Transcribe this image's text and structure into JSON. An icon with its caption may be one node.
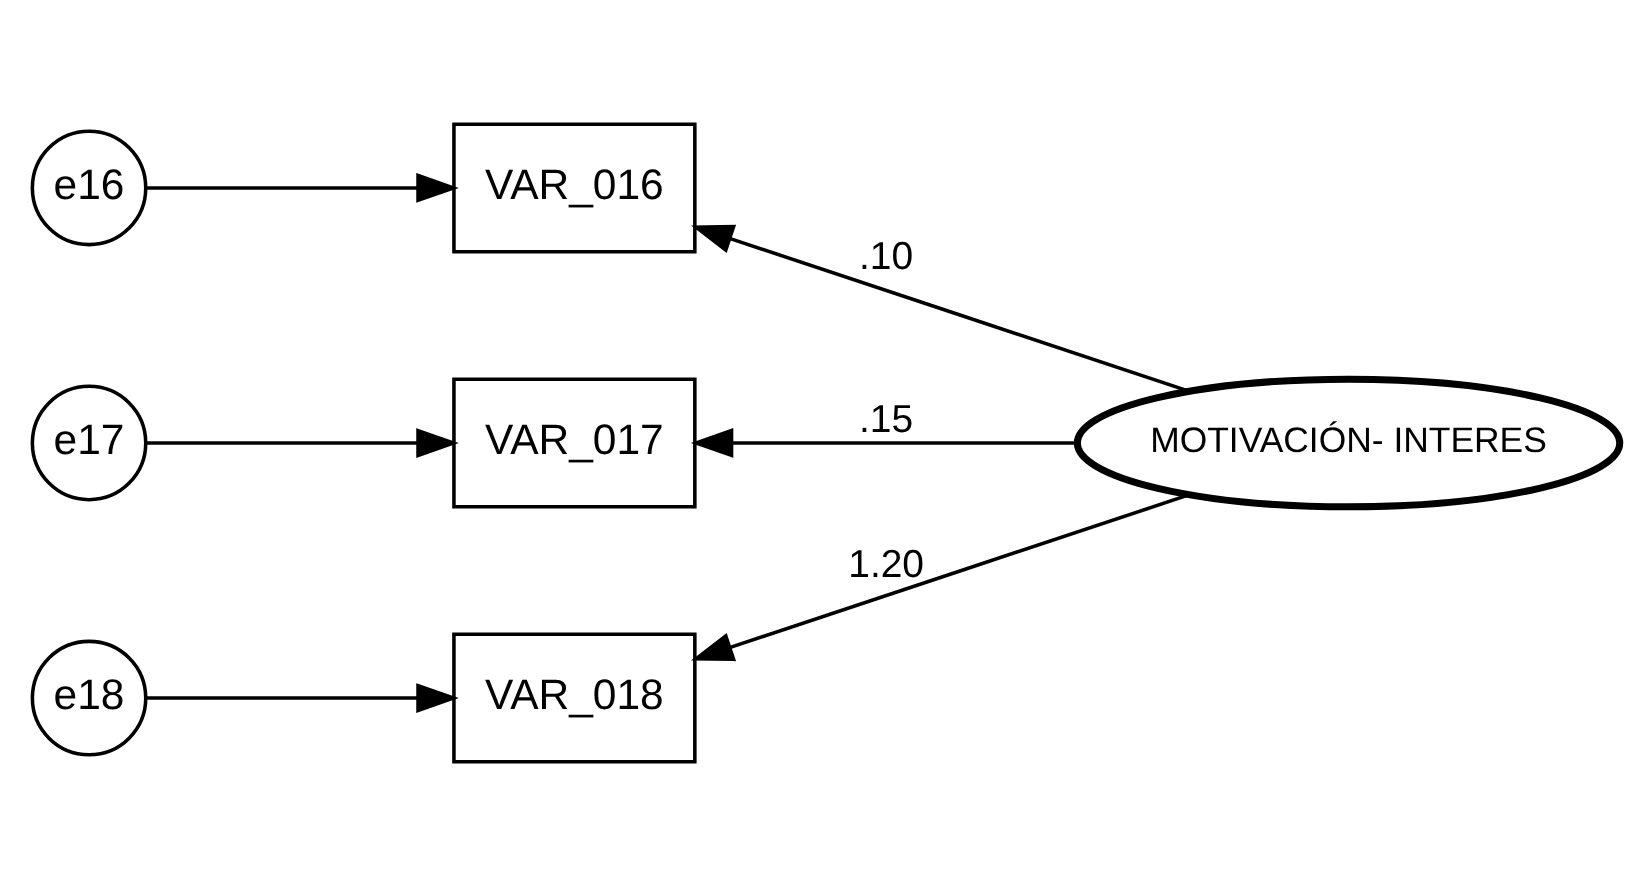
{
  "diagram": {
    "nodes": [
      {
        "text": [
          "e16"
        ]
      },
      {
        "text": [
          "VAR_016"
        ]
      },
      {
        "text": [
          "e17"
        ]
      },
      {
        "text": [
          "VAR_017"
        ]
      },
      {
        "text": [
          "MOTIVACIÓN- INTERES"
        ]
      },
      {
        "text": [
          "e18"
        ]
      },
      {
        "text": [
          "VAR_018"
        ]
      }
    ],
    "edges": [
      {
        "from": 0,
        "to": 1,
        "arrow": "to"
      },
      {
        "from": 4,
        "to": 1,
        "arrow": "to",
        "label": ".10"
      },
      {
        "from": 2,
        "to": 3,
        "arrow": "to"
      },
      {
        "from": 4,
        "to": 3,
        "arrow": "to",
        "label": ".15"
      },
      {
        "from": 4,
        "to": 6,
        "arrow": "to",
        "label": "1.20"
      },
      {
        "from": 5,
        "to": 6,
        "arrow": "to"
      }
    ]
  }
}
